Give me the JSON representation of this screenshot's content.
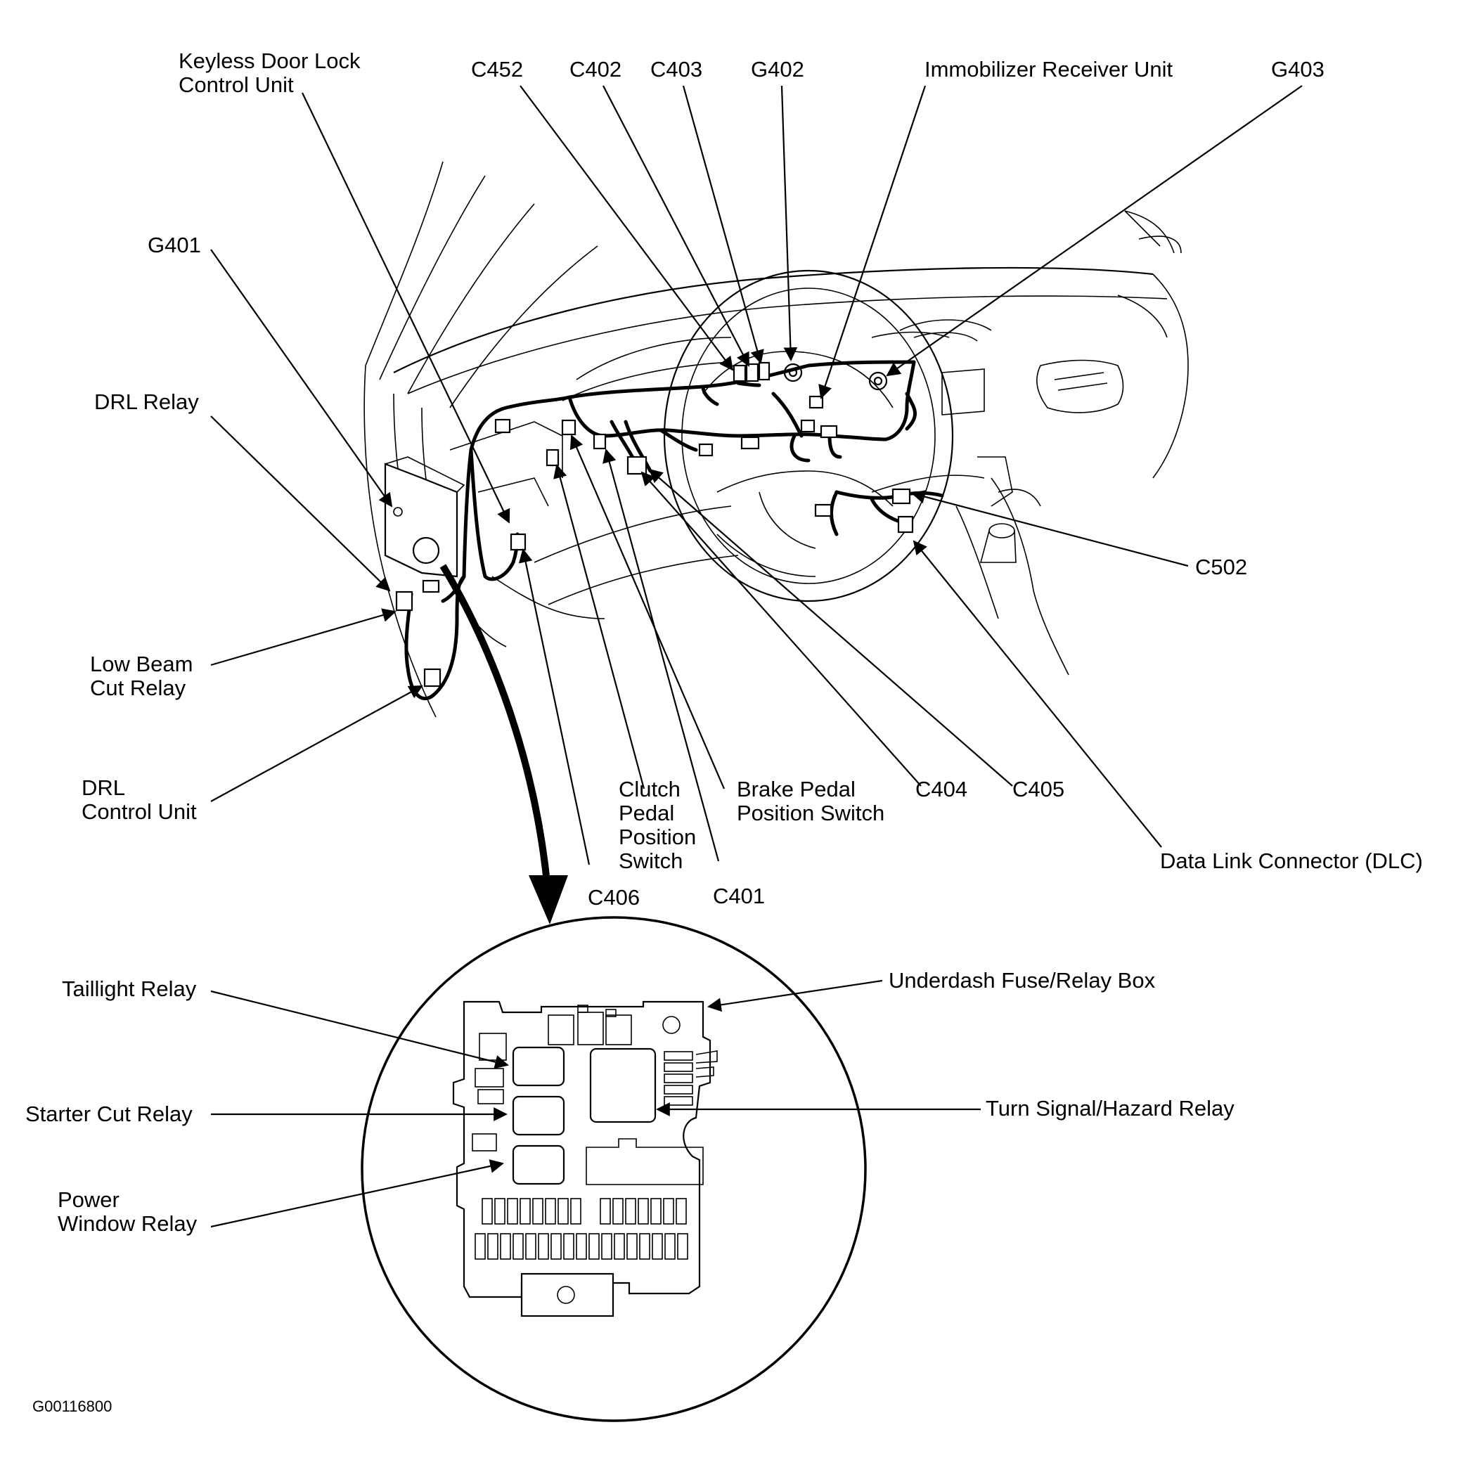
{
  "labels": {
    "keyless_line1": "Keyless Door Lock",
    "keyless_line2": "Control Unit",
    "c452": "C452",
    "c402": "C402",
    "c403": "C403",
    "g402": "G402",
    "immobilizer": "Immobilizer Receiver Unit",
    "g403": "G403",
    "g401": "G401",
    "drl_relay": "DRL Relay",
    "low_beam_line1": "Low Beam",
    "low_beam_line2": "Cut Relay",
    "drl_unit_line1": "DRL",
    "drl_unit_line2": "Control Unit",
    "c502": "C502",
    "clutch_line1": "Clutch",
    "clutch_line2": "Pedal",
    "clutch_line3": "Position",
    "clutch_line4": "Switch",
    "brake_line1": "Brake Pedal",
    "brake_line2": "Position Switch",
    "c404": "C404",
    "c405": "C405",
    "dlc": "Data Link Connector (DLC)",
    "c406": "C406",
    "c401": "C401",
    "taillight": "Taillight Relay",
    "underdash": "Underdash Fuse/Relay Box",
    "starter_cut": "Starter Cut Relay",
    "turn_signal": "Turn Signal/Hazard Relay",
    "power_window_line1": "Power",
    "power_window_line2": "Window Relay"
  },
  "figure_code": "G00116800"
}
